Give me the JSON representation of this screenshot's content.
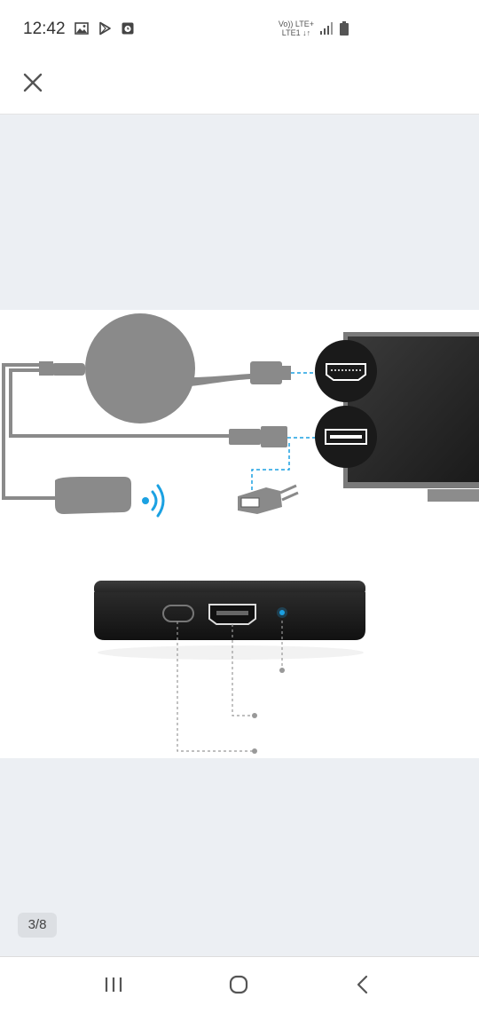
{
  "status_bar": {
    "time": "12:42",
    "network_line1": "Vo)) LTE+",
    "network_line2": "LTE1 ↓↑",
    "icons": [
      "image-icon",
      "play-store-icon",
      "alarm-icon",
      "signal-icon",
      "battery-icon"
    ]
  },
  "toolbar": {
    "close_icon": "close-icon"
  },
  "viewer": {
    "page_indicator": "3/8",
    "background": "#eceff3"
  },
  "colors": {
    "accent_blue": "#1ba1e2",
    "device_gray": "#8a8a8a",
    "tv_frame": "#6f6f6f",
    "tv_screen": "#2a2a2a"
  },
  "nav_bar": {
    "icons": [
      "recents-icon",
      "home-icon",
      "back-icon"
    ]
  }
}
